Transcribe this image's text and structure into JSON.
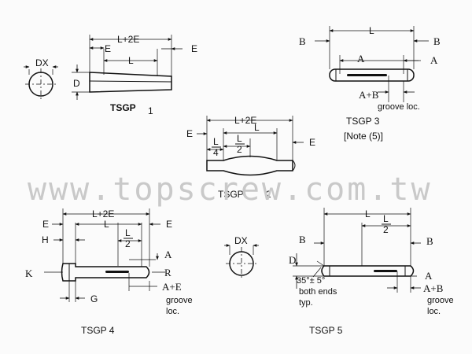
{
  "watermark": "www.topscrew.com.tw",
  "tsgp1": {
    "dx": "DX",
    "d": "D",
    "l2e": "L+2E",
    "e": "E",
    "l": "L",
    "caption": "TSGP",
    "number": "1"
  },
  "tsgp2": {
    "l2e": "L+2E",
    "e": "E",
    "l": "L",
    "l_num": "L",
    "quarter_den": "4",
    "half_den": "2",
    "caption": "TSGP",
    "number": "2"
  },
  "tsgp3": {
    "l": "L",
    "b": "B",
    "a": "A",
    "ab": "A+B",
    "groove_loc": "groove loc.",
    "caption": "TSGP 3",
    "note": "[Note (5)]"
  },
  "tsgp4": {
    "l2e": "L+2E",
    "e": "E",
    "l": "L",
    "h": "H",
    "l_num": "L",
    "half_den": "2",
    "a": "A",
    "k": "K",
    "r": "R",
    "g": "G",
    "ae": "A+E",
    "groove": "groove",
    "loc": "loc.",
    "caption": "TSGP 4"
  },
  "tsgp5": {
    "dx": "DX",
    "l": "L",
    "l_num": "L",
    "half_den": "2",
    "b": "B",
    "d": "D",
    "angle": "35°± 5°",
    "both_ends": "both ends",
    "typ": "typ.",
    "a": "A",
    "ab": "A+B",
    "groove": "groove",
    "loc": "loc.",
    "caption": "TSGP 5"
  }
}
